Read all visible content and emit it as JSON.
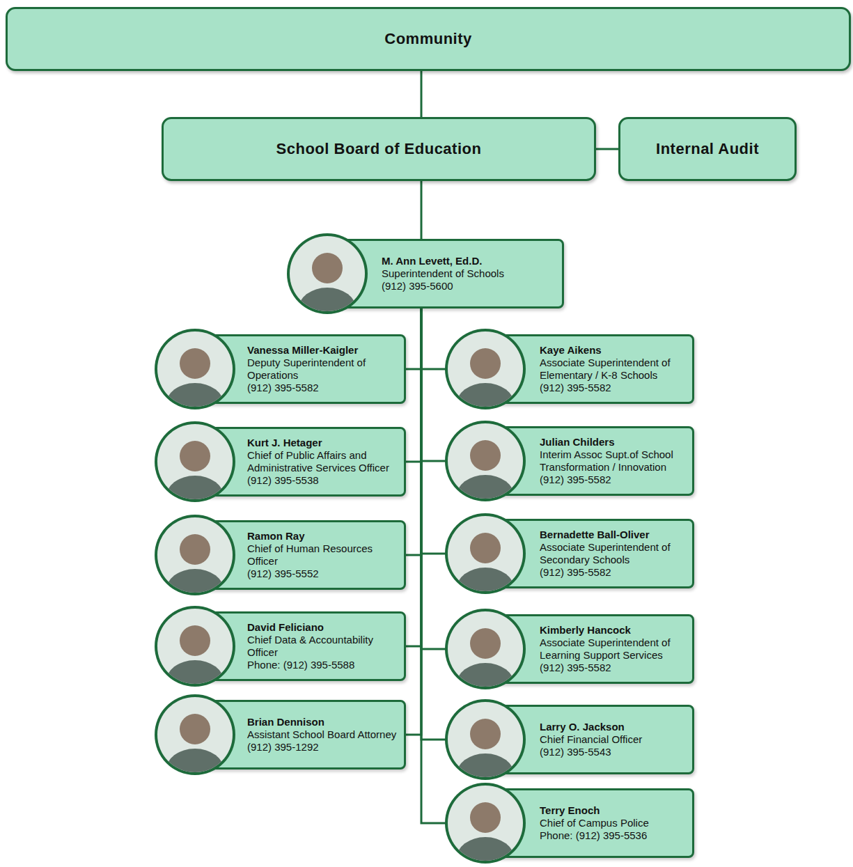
{
  "diagram": {
    "nodes": [
      {
        "text": [
          "Community"
        ]
      },
      {
        "text": [
          "School Board of Education"
        ]
      },
      {
        "text": [
          "Internal Audit"
        ]
      },
      {
        "text": [
          "M. Ann Levett, Ed.D.",
          "Superintendent of Schools",
          "(912) 395-5600"
        ]
      },
      {
        "text": [
          "Vanessa Miller-Kaigler",
          "Deputy Superintendent of Operations",
          "(912) 395-5582"
        ]
      },
      {
        "text": [
          "Kaye Aikens",
          "Associate Superintendent of Elementary / K-8 Schools",
          "(912) 395-5582"
        ]
      },
      {
        "text": [
          "Kurt J. Hetager",
          "Chief of Public Affairs and Administrative Services Officer",
          "(912) 395-5538"
        ]
      },
      {
        "text": [
          "Julian Childers",
          "Interim Assoc Supt.of School Transformation / Innovation",
          "(912) 395-5582"
        ]
      },
      {
        "text": [
          "Ramon Ray",
          "Chief of Human Resources Officer",
          "(912) 395-5552"
        ]
      },
      {
        "text": [
          "Bernadette Ball-Oliver",
          "Associate Superintendent of Secondary Schools",
          "(912) 395-5582"
        ]
      },
      {
        "text": [
          "David Feliciano",
          "Chief Data & Accountability Officer",
          "Phone: (912) 395-5588"
        ]
      },
      {
        "text": [
          "Kimberly Hancock",
          "Associate Superintendent of Learning Support Services",
          "(912) 395-5582"
        ]
      },
      {
        "text": [
          "Brian Dennison",
          "Assistant School Board Attorney",
          "(912) 395-1292"
        ]
      },
      {
        "text": [
          "Larry O. Jackson",
          "Chief Financial Officer",
          "(912) 395-5543"
        ]
      },
      {
        "text": [
          "Terry Enoch",
          "Chief of Campus Police",
          "Phone: (912) 395-5536"
        ]
      }
    ],
    "edges": [
      {
        "from": 0,
        "to": 1,
        "arrow": "none"
      },
      {
        "from": 1,
        "to": 2,
        "arrow": "none"
      },
      {
        "from": 1,
        "to": 3,
        "arrow": "none"
      },
      {
        "from": 3,
        "to": 4,
        "arrow": "none"
      },
      {
        "from": 3,
        "to": 5,
        "arrow": "none"
      },
      {
        "from": 3,
        "to": 6,
        "arrow": "none"
      },
      {
        "from": 3,
        "to": 7,
        "arrow": "none"
      },
      {
        "from": 3,
        "to": 8,
        "arrow": "none"
      },
      {
        "from": 3,
        "to": 9,
        "arrow": "none"
      },
      {
        "from": 3,
        "to": 10,
        "arrow": "none"
      },
      {
        "from": 3,
        "to": 11,
        "arrow": "none"
      },
      {
        "from": 3,
        "to": 12,
        "arrow": "none"
      },
      {
        "from": 3,
        "to": 13,
        "arrow": "none"
      },
      {
        "from": 3,
        "to": 14,
        "arrow": "none"
      }
    ]
  }
}
